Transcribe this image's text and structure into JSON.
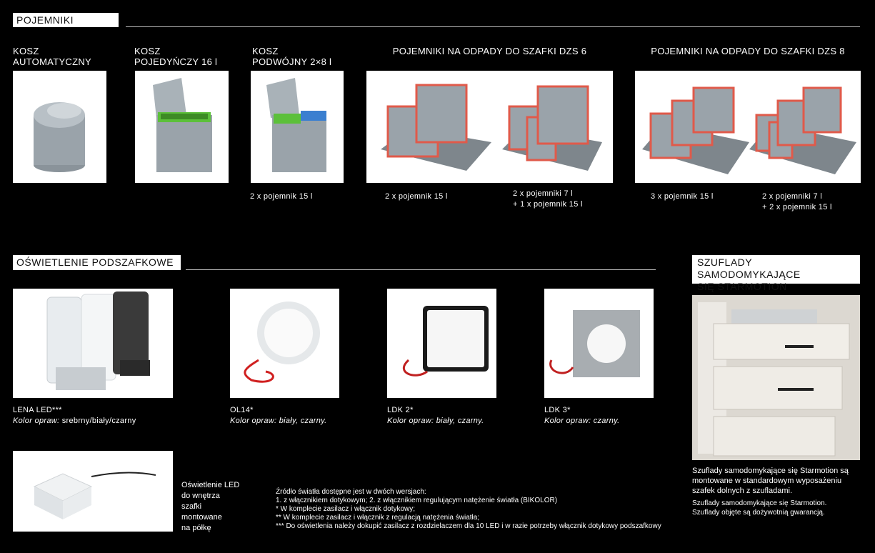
{
  "sections": {
    "pojemniki": "POJEMNIKI",
    "oswietlenie": "OŚWIETLENIE PODSZAFKOWE",
    "szuflady_line1": "SZUFLADY SAMODOMYKAJĄCE",
    "szuflady_line2": "SIĘ STARMOTION"
  },
  "products": {
    "kosz_auto": {
      "line1": "KOSZ",
      "line2": "AUTOMATYCZNY"
    },
    "kosz_poj": {
      "line1": "KOSZ",
      "line2": "POJEDYŃCZY 16 l"
    },
    "kosz_podw": {
      "line1": "KOSZ",
      "line2": "PODWÓJNY 2×8 l",
      "caption": "2 x pojemnik 15 l"
    },
    "dzs6": {
      "title": "POJEMNIKI NA ODPADY DO SZAFKI DZS 6",
      "cap1": "2 x pojemnik 15 l",
      "cap2_line1": "2 x pojemniki 7 l",
      "cap2_line2": "+ 1 x pojemnik 15 l"
    },
    "dzs8": {
      "title": "POJEMNIKI NA ODPADY DO SZAFKI DZS 8",
      "cap1": "3 x pojemnik 15 l",
      "cap2_line1": "2 x pojemniki 7 l",
      "cap2_line2": "+ 2 x pojemnik 15 l"
    }
  },
  "lights": {
    "lena": {
      "name": "LENA LED***",
      "color_label": "Kolor opraw:",
      "color_value": " srebrny/biały/czarny"
    },
    "ol14": {
      "name": "OL14*",
      "color": "Kolor opraw: biały, czarny."
    },
    "ldk2": {
      "name": "LDK 2*",
      "color": "Kolor opraw: biały, czarny."
    },
    "ldk3": {
      "name": "LDK 3*",
      "color": "Kolor opraw: czarny."
    },
    "shelf": {
      "lines": [
        "Oświetlenie LED",
        "do wnętrza",
        "szafki",
        "montowane",
        "na półkę"
      ]
    }
  },
  "notes": [
    "Źródło światła dostępne jest w dwóch wersjach:",
    "1. z włącznikiem dotykowym; 2. z włącznikiem regulującym natężenie światła (BIKOLOR)",
    "* W komplecie zasilacz i włącznik dotykowy;",
    "** W komplecie zasilacz i włącznik z regulacją natężenia światła;",
    "*** Do oświetlenia należy dokupić zasilacz z rozdzielaczem dla 10 LED i w razie potrzeby włącznik dotykowy podszafkowy"
  ],
  "starmotion": {
    "desc_lines": [
      "Szuflady samodomykające się Starmotion są",
      "montowane w  standardowym wyposażeniu",
      "szafek dolnych z szufladami."
    ],
    "warranty_lines": [
      "Szuflady samodomykające się Starmotion.",
      "Szuflady objęte są  dożywotnią gwarancją."
    ]
  },
  "colors": {
    "accent_red": "#e05a4a",
    "bin_grey": "#9aa3aa",
    "green": "#5cc03a",
    "blue": "#3a7fd0"
  }
}
